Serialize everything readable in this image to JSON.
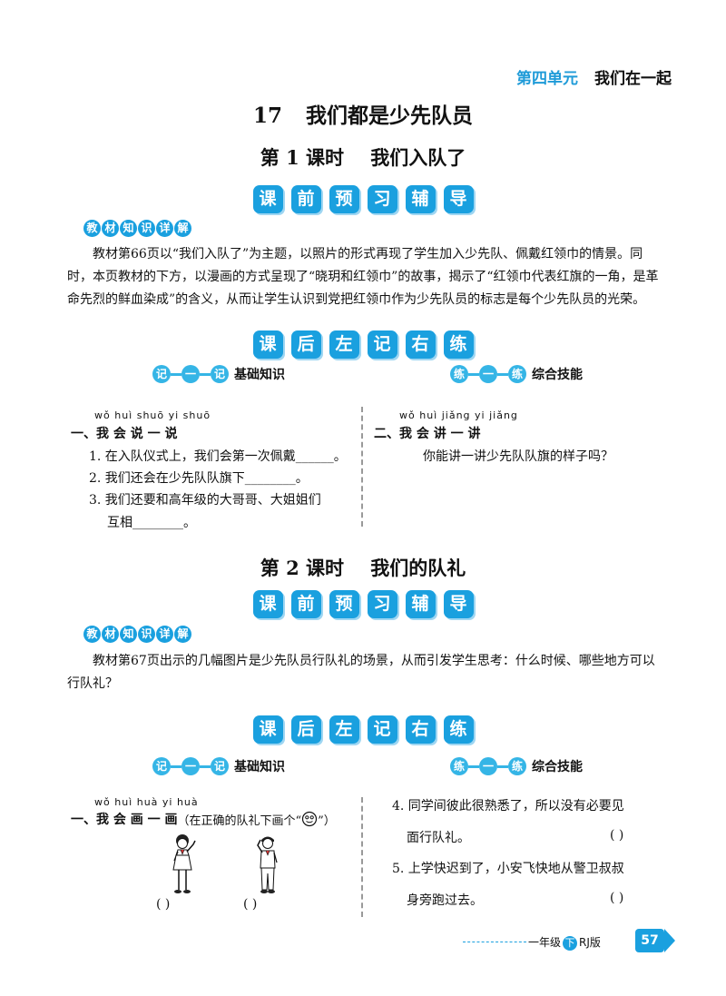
{
  "header": {
    "unit": "第四单元",
    "unit_title": "我们在一起"
  },
  "lesson": {
    "number": "17",
    "title": "我们都是少先队员"
  },
  "period1": {
    "label_prefix": "第",
    "number": "1",
    "label_suffix": "课时",
    "title": "我们入队了",
    "banner_pre": [
      "课",
      "前",
      "预",
      "习",
      "辅",
      "导"
    ],
    "tag": [
      "教",
      "材",
      "知",
      "识",
      "详",
      "解"
    ],
    "paragraph": "教材第66页以“我们入队了”为主题，以照片的形式再现了学生加入少先队、佩戴红领巾的情景。同时，本页教材的下方，以漫画的方式呈现了“晓玥和红领巾”的故事，揭示了“红领巾代表红旗的一角，是革命先烈的鲜血染成”的含义，从而让学生认识到党把红领巾作为少先队员的标志是每个少先队员的光荣。",
    "banner_post": [
      "课",
      "后",
      "左",
      "记",
      "右",
      "练"
    ],
    "left_head": {
      "pill": [
        "记",
        "一",
        "记"
      ],
      "label": "基础知识"
    },
    "right_head": {
      "pill": [
        "练",
        "一",
        "练"
      ],
      "label": "综合技能"
    },
    "q1": {
      "pinyin": "wǒ huì shuō  yi  shuō",
      "title": "一、我 会 说 一 说",
      "items": [
        "1. 在入队仪式上，我们会第一次佩戴______。",
        "2. 我们还会在少先队队旗下________。",
        "3. 我们还要和高年级的大哥哥、大姐姐们",
        "互相________。"
      ]
    },
    "q2": {
      "pinyin": "wǒ huì jiǎng  yi  jiǎng",
      "title": "二、我 会 讲 一 讲",
      "items": [
        "你能讲一讲少先队队旗的样子吗？"
      ]
    }
  },
  "period2": {
    "label_prefix": "第",
    "number": "2",
    "label_suffix": "课时",
    "title": "我们的队礼",
    "banner_pre": [
      "课",
      "前",
      "预",
      "习",
      "辅",
      "导"
    ],
    "tag": [
      "教",
      "材",
      "知",
      "识",
      "详",
      "解"
    ],
    "paragraph": "教材第67页出示的几幅图片是少先队员行队礼的场景，从而引发学生思考：什么时候、哪些地方可以行队礼？",
    "banner_post": [
      "课",
      "后",
      "左",
      "记",
      "右",
      "练"
    ],
    "left_head": {
      "pill": [
        "记",
        "一",
        "记"
      ],
      "label": "基础知识"
    },
    "right_head": {
      "pill": [
        "练",
        "一",
        "练"
      ],
      "label": "综合技能"
    },
    "q1": {
      "pinyin": "wǒ huì huà  yi  huà",
      "title": "一、我 会 画 一 画",
      "instruction_pre": "（在正确的队礼下画个“",
      "instruction_post": "”）",
      "paren1": "(      )",
      "paren2": "(      )"
    },
    "items": [
      {
        "line1": "4. 同学间彼此很熟悉了，所以没有必要见",
        "line2": "面行队礼。",
        "answer": "(      )"
      },
      {
        "line1": "5. 上学快迟到了，小安飞快地从警卫叔叔",
        "line2": "身旁跑过去。",
        "answer": "(      )"
      }
    ]
  },
  "footer": {
    "grade": "一年级",
    "term": "下",
    "edition": "RJ版",
    "page": "57"
  },
  "colors": {
    "accent": "#1aa0df"
  },
  "icons": [
    "smiley-icon",
    "girl-salute-figure",
    "boy-salute-figure",
    "page-arrow-icon"
  ]
}
